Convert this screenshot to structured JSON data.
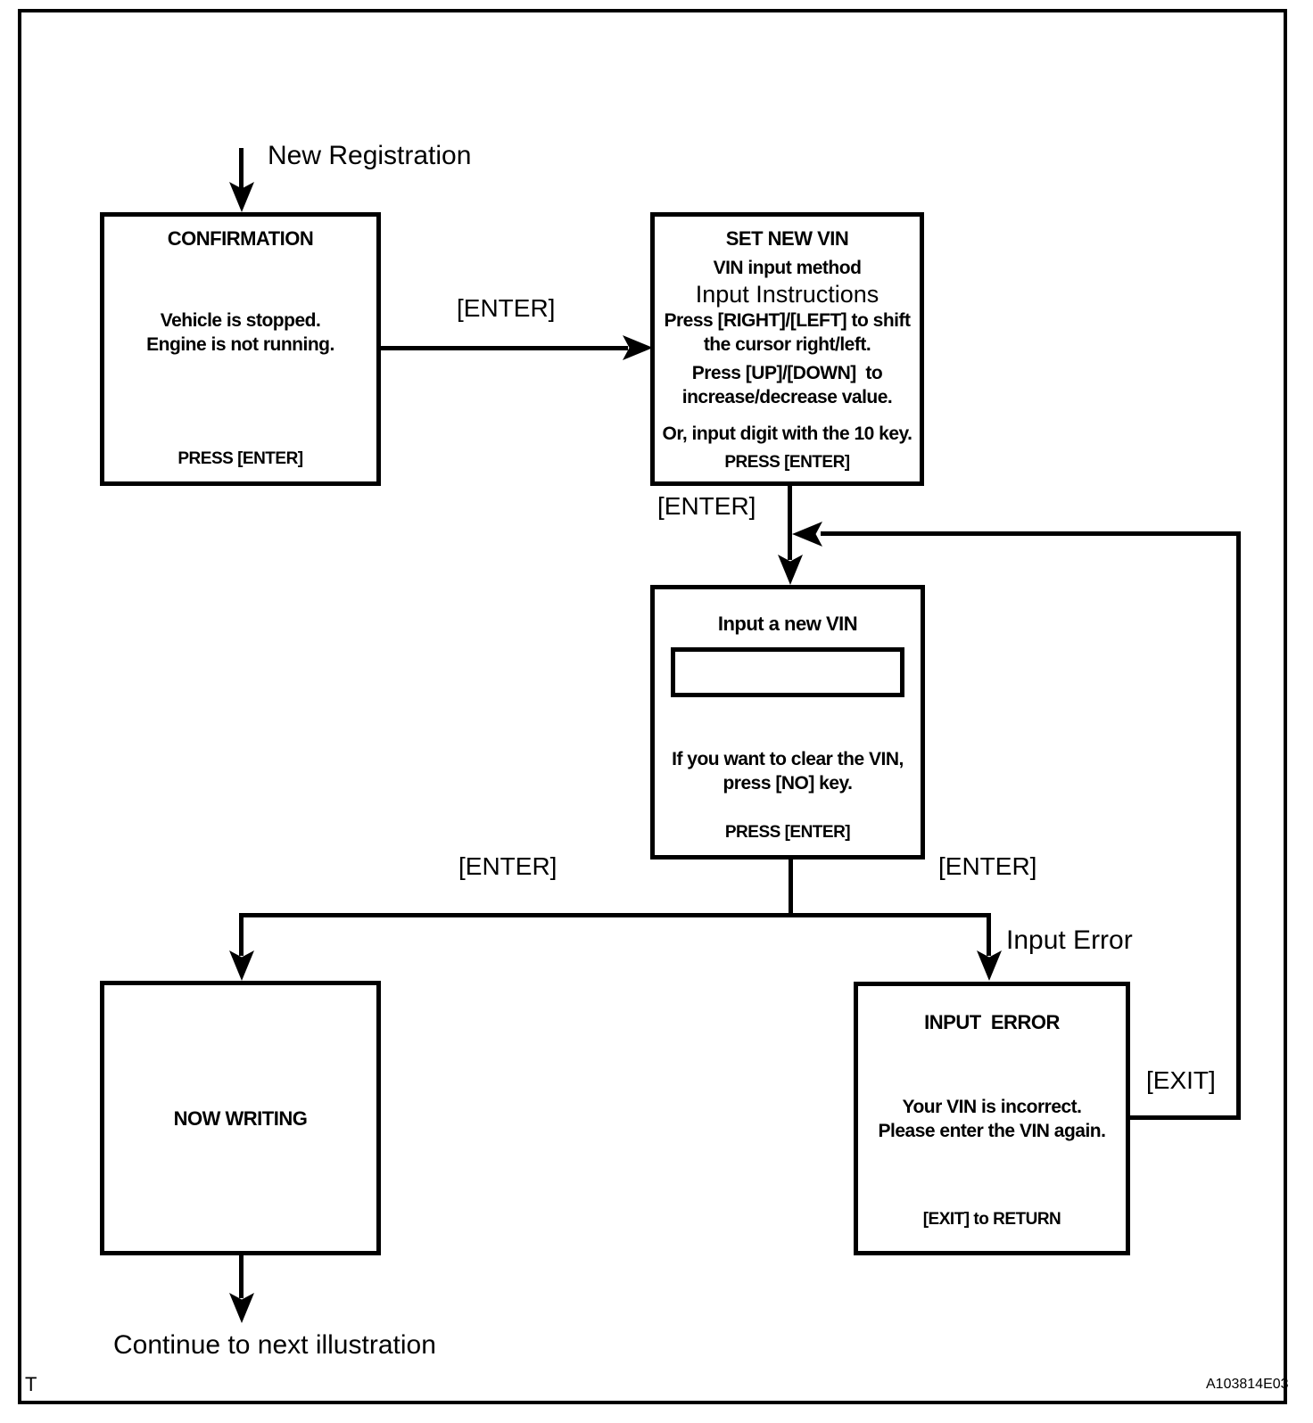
{
  "page": {
    "corner_mark": "T",
    "figure_id": "A103814E03"
  },
  "labels": {
    "new_registration": "New Registration",
    "enter_top": "[ENTER]",
    "enter_mid": "[ENTER]",
    "enter_left_branch": "[ENTER]",
    "enter_right_branch": "[ENTER]",
    "input_error": "Input Error",
    "exit": "[EXIT]",
    "continue": "Continue to next illustration"
  },
  "boxes": {
    "confirmation": {
      "title": "CONFIRMATION",
      "lines": [
        "Vehicle is stopped.",
        "Engine is not running."
      ],
      "footer": "PRESS [ENTER]"
    },
    "set_new_vin": {
      "title": "SET NEW VIN",
      "subtitle": "VIN input method",
      "heading": "Input Instructions",
      "lines": [
        "Press [RIGHT]/[LEFT] to shift",
        "the cursor right/left.",
        "Press [UP]/[DOWN]  to",
        "increase/decrease value.",
        "Or, input digit with the 10 key."
      ],
      "footer": "PRESS [ENTER]"
    },
    "input_vin": {
      "title": "Input a new VIN",
      "field_value": "",
      "lines": [
        "If you want to clear the VIN,",
        "press [NO] key."
      ],
      "footer": "PRESS [ENTER]"
    },
    "now_writing": {
      "title": "NOW WRITING"
    },
    "input_error": {
      "title": "INPUT  ERROR",
      "lines": [
        "Your VIN is incorrect.",
        "Please enter the VIN again."
      ],
      "footer": "[EXIT] to RETURN"
    }
  },
  "colors": {
    "ink": "#000000",
    "paper": "#ffffff"
  }
}
